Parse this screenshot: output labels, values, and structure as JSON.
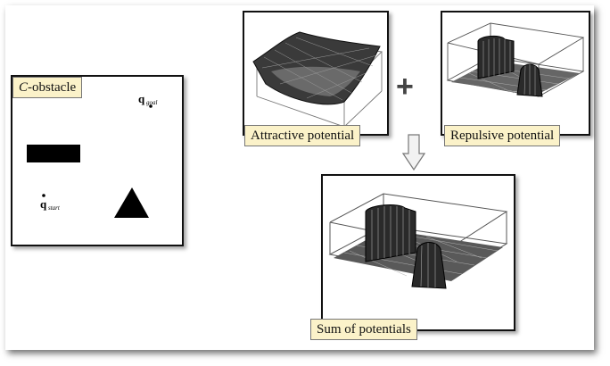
{
  "cspace": {
    "title_prefix": "C",
    "title_rest": "-obstacle",
    "goal_symbol": "q",
    "goal_subscript": "goal",
    "start_symbol": "q",
    "start_subscript": "start"
  },
  "attractive": {
    "label": "Attractive potential"
  },
  "repulsive": {
    "label": "Repulsive potential"
  },
  "sum": {
    "label": "Sum of potentials"
  },
  "operator": {
    "plus": "+"
  },
  "colors": {
    "label_bg": "#fbf2c9",
    "border": "#111111"
  }
}
